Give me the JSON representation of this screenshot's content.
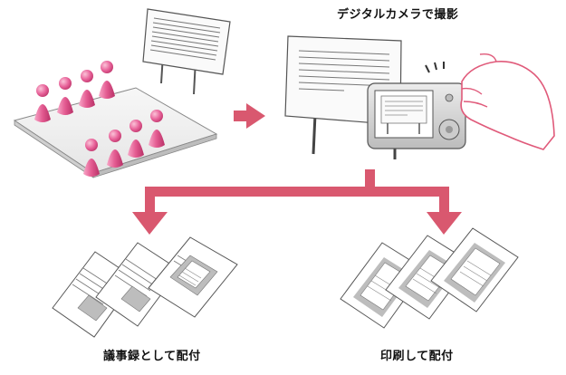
{
  "labels": {
    "camera_caption": "デジタルカメラで撮影",
    "minutes_caption": "議事録として配付",
    "print_caption": "印刷して配付"
  },
  "colors": {
    "accent_arrow": "#d9586f",
    "figure_pink": "#e0588c",
    "figure_pink_light": "#f59dbf",
    "line_gray": "#666666",
    "paper_gray": "#bdbdbd",
    "camera_body": "#d7d7d7"
  },
  "icons": [
    "meeting-table-illustration",
    "whiteboard-illustration",
    "camera-hand-illustration",
    "document-stack-illustration"
  ]
}
